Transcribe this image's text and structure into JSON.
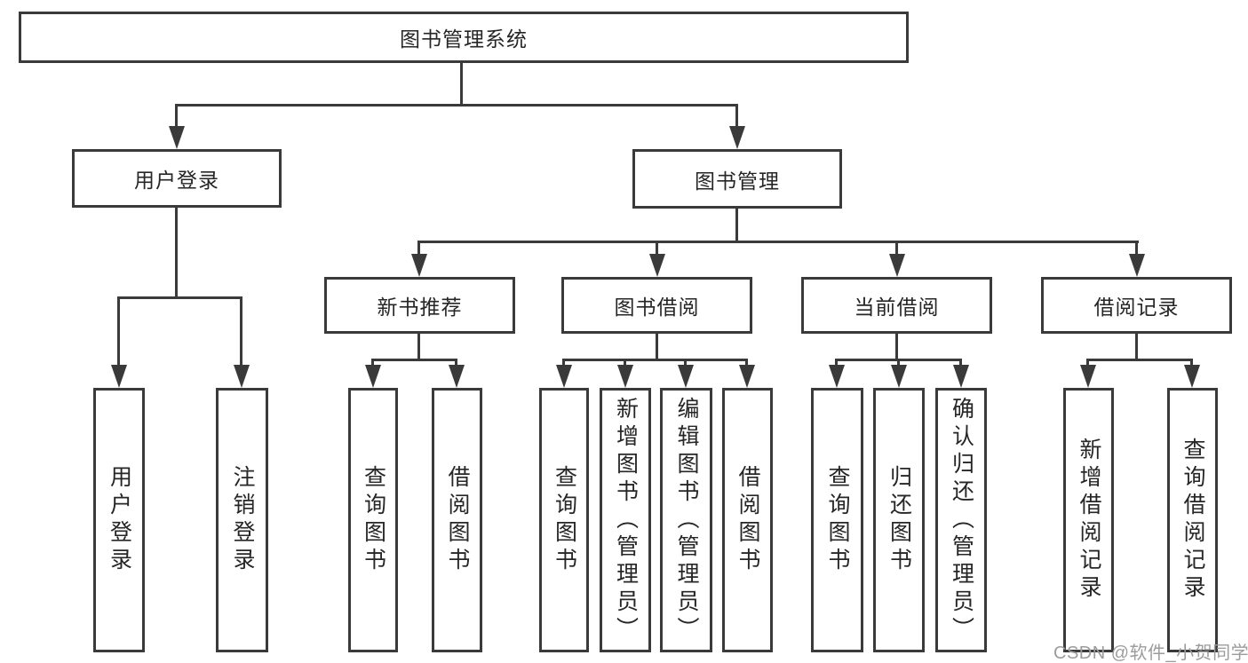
{
  "diagram": {
    "root": {
      "label": "图书管理系统",
      "children": [
        {
          "label": "用户登录",
          "children": [
            {
              "label": "用户登录"
            },
            {
              "label": "注销登录"
            }
          ]
        },
        {
          "label": "图书管理",
          "children": [
            {
              "label": "新书推荐",
              "children": [
                {
                  "label": "查询图书"
                },
                {
                  "label": "借阅图书"
                }
              ]
            },
            {
              "label": "图书借阅",
              "children": [
                {
                  "label": "查询图书"
                },
                {
                  "label": "新增图书（管理员）"
                },
                {
                  "label": "编辑图书（管理员）"
                },
                {
                  "label": "借阅图书"
                }
              ]
            },
            {
              "label": "当前借阅",
              "children": [
                {
                  "label": "查询图书"
                },
                {
                  "label": "归还图书"
                },
                {
                  "label": "确认归还（管理员）"
                }
              ]
            },
            {
              "label": "借阅记录",
              "children": [
                {
                  "label": "新增借阅记录"
                },
                {
                  "label": "查询借阅记录"
                }
              ]
            }
          ]
        }
      ]
    }
  },
  "watermark": {
    "text": "CSDN @软件_小贺同学"
  },
  "colors": {
    "line": "#3a3a3a",
    "text": "#262626",
    "background": "#ffffff",
    "watermark": "#9c9c9c"
  }
}
